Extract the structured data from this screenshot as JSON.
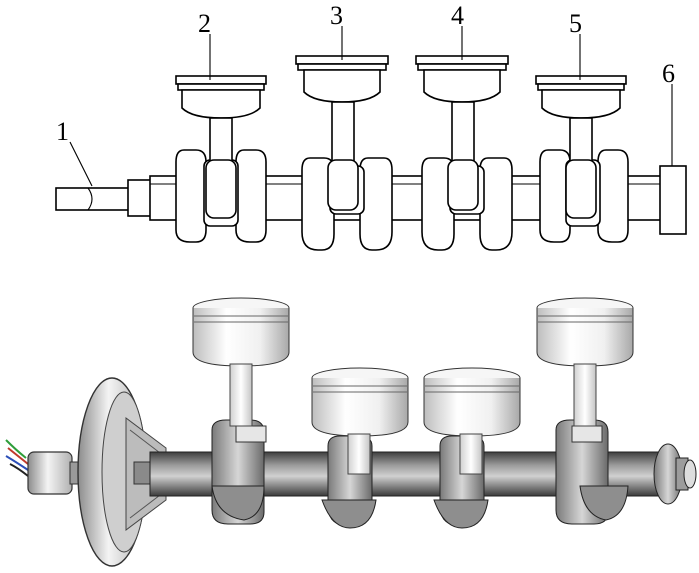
{
  "labels": [
    {
      "id": "1",
      "text": "1"
    },
    {
      "id": "2",
      "text": "2"
    },
    {
      "id": "3",
      "text": "3"
    },
    {
      "id": "4",
      "text": "4"
    },
    {
      "id": "5",
      "text": "5"
    },
    {
      "id": "6",
      "text": "6"
    }
  ],
  "colors": {
    "background": "#ffffff",
    "line": "#000000",
    "piston_face": "#ececec",
    "shaft_dark": "#6b6b6b",
    "shaft_mid": "#9a9a9a",
    "flywheel": "#d8d8d8",
    "wire_green": "#2f9e3a",
    "wire_red": "#c0392b",
    "wire_blue": "#2c4fb8"
  }
}
